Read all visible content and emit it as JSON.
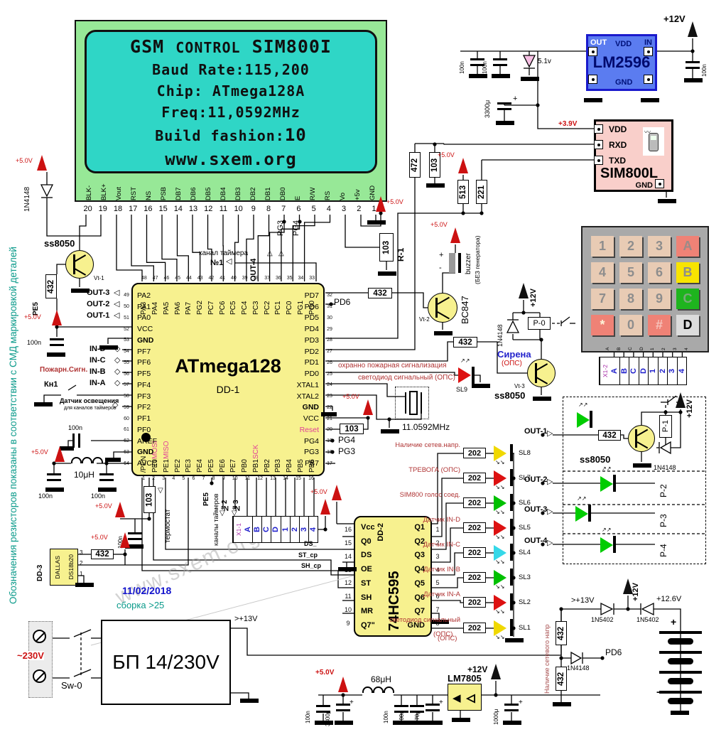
{
  "notes": {
    "side": "Обозначения резисторов показаны в соответствии с СМД маркировкой деталей",
    "watermark": "www.sxem.org",
    "date": "11/02/2018",
    "build": "сборка >25"
  },
  "lcd": {
    "t1": "GSM",
    "t2": "CONTROL",
    "t3": "SIM800I",
    "l2": "Baud Rate:115,200",
    "l3": "Chip: ATmega128A",
    "l4": "Freq:11,0592MHz",
    "l5a": "Build fashion:",
    "l5b": "10",
    "l6": "www.sxem.org",
    "pins": [
      {
        "n": "20",
        "name": "BLK-"
      },
      {
        "n": "19",
        "name": "BLK+"
      },
      {
        "n": "18",
        "name": "Vout"
      },
      {
        "n": "17",
        "name": "RST"
      },
      {
        "n": "16",
        "name": "NS"
      },
      {
        "n": "15",
        "name": "PSB"
      },
      {
        "n": "14",
        "name": "DB7"
      },
      {
        "n": "13",
        "name": "DB6"
      },
      {
        "n": "12",
        "name": "DB5"
      },
      {
        "n": "11",
        "name": "DB4"
      },
      {
        "n": "10",
        "name": "DB3"
      },
      {
        "n": "9",
        "name": "DB2"
      },
      {
        "n": "8",
        "name": "DB1"
      },
      {
        "n": "7",
        "name": "DB0"
      },
      {
        "n": "6",
        "name": "E"
      },
      {
        "n": "5",
        "name": "R/W"
      },
      {
        "n": "4",
        "name": "RS"
      },
      {
        "n": "3",
        "name": "Vo"
      },
      {
        "n": "2",
        "name": "+5v"
      },
      {
        "n": "1",
        "name": "GND"
      }
    ]
  },
  "atmega": {
    "name": "ATmega128",
    "ref": "DD-1",
    "top": [
      {
        "n": "48",
        "name": "PA3"
      },
      {
        "n": "47",
        "name": "PA4"
      },
      {
        "n": "46",
        "name": "PA5"
      },
      {
        "n": "45",
        "name": "PA6"
      },
      {
        "n": "44",
        "name": "PA7"
      },
      {
        "n": "43",
        "name": "PG2"
      },
      {
        "n": "42",
        "name": "PC7"
      },
      {
        "n": "41",
        "name": "PC6"
      },
      {
        "n": "40",
        "name": "PC5"
      },
      {
        "n": "39",
        "name": "PC4"
      },
      {
        "n": "38",
        "name": "PC3"
      },
      {
        "n": "37",
        "name": "PC2"
      },
      {
        "n": "36",
        "name": "PC1"
      },
      {
        "n": "35",
        "name": "PC0"
      },
      {
        "n": "34",
        "name": "PG1"
      },
      {
        "n": "33",
        "name": "PG0"
      }
    ],
    "left": [
      {
        "n": "49",
        "name": "PA2"
      },
      {
        "n": "50",
        "name": "PA1"
      },
      {
        "n": "51",
        "name": "PA0"
      },
      {
        "n": "52",
        "name": "VCC"
      },
      {
        "n": "53",
        "name": "GND",
        "fw": "bold"
      },
      {
        "n": "54",
        "name": "PF7"
      },
      {
        "n": "55",
        "name": "PF6"
      },
      {
        "n": "56",
        "name": "PF5"
      },
      {
        "n": "57",
        "name": "PF4"
      },
      {
        "n": "58",
        "name": "PF3"
      },
      {
        "n": "59",
        "name": "PF2"
      },
      {
        "n": "60",
        "name": "PF1"
      },
      {
        "n": "61",
        "name": "PF0"
      },
      {
        "n": "62",
        "name": "AREF"
      },
      {
        "n": "63",
        "name": "GND",
        "fw": "bold"
      },
      {
        "n": "64",
        "name": "AVCC"
      }
    ],
    "right": [
      {
        "n": "32",
        "name": "PD7"
      },
      {
        "n": "31",
        "name": "PD6"
      },
      {
        "n": "30",
        "name": "PD5"
      },
      {
        "n": "29",
        "name": "PD4"
      },
      {
        "n": "28",
        "name": "PD3"
      },
      {
        "n": "27",
        "name": "PD2"
      },
      {
        "n": "26",
        "name": "PD1"
      },
      {
        "n": "25",
        "name": "PD0"
      },
      {
        "n": "24",
        "name": "XTAL1"
      },
      {
        "n": "23",
        "name": "XTAL2"
      },
      {
        "n": "22",
        "name": "GND",
        "fw": "bold"
      },
      {
        "n": "21",
        "name": "VCC"
      },
      {
        "n": "20",
        "name": "Reset",
        "c": "#e04098"
      },
      {
        "n": "19",
        "name": "PG4"
      },
      {
        "n": "18",
        "name": "PG3"
      },
      {
        "n": "17",
        "name": "PB7"
      }
    ],
    "bottom": [
      {
        "n": "1",
        "name": "/PEN"
      },
      {
        "n": "2",
        "name": "PE0",
        "sub": "MOSI"
      },
      {
        "n": "3",
        "name": "PE1",
        "sub": "MISO"
      },
      {
        "n": "4",
        "name": "PE2"
      },
      {
        "n": "5",
        "name": "PE3"
      },
      {
        "n": "6",
        "name": "PE4"
      },
      {
        "n": "7",
        "name": "PE5"
      },
      {
        "n": "8",
        "name": "PE6"
      },
      {
        "n": "9",
        "name": "PE7"
      },
      {
        "n": "10",
        "name": "PB0"
      },
      {
        "n": "11",
        "name": "PB1",
        "sub": "SCK"
      },
      {
        "n": "12",
        "name": "PB2"
      },
      {
        "n": "13",
        "name": "PB3"
      },
      {
        "n": "14",
        "name": "PB4"
      },
      {
        "n": "15",
        "name": "PB5"
      },
      {
        "n": "16",
        "name": "PB6"
      }
    ]
  },
  "hc595": {
    "name": "74HC595",
    "ref": "DD-2",
    "left": [
      {
        "n": "16",
        "name": "Vcc"
      },
      {
        "n": "15",
        "name": "Q0"
      },
      {
        "n": "14",
        "name": "DS"
      },
      {
        "n": "13",
        "name": "OE"
      },
      {
        "n": "12",
        "name": "ST"
      },
      {
        "n": "11",
        "name": "SH"
      },
      {
        "n": "10",
        "name": "MR"
      },
      {
        "n": "9",
        "name": "Q7\""
      }
    ],
    "right": [
      {
        "n": "1",
        "name": "Q1"
      },
      {
        "n": "2",
        "name": "Q2"
      },
      {
        "n": "3",
        "name": "Q3"
      },
      {
        "n": "4",
        "name": "Q4"
      },
      {
        "n": "5",
        "name": "Q5"
      },
      {
        "n": "6",
        "name": "Q6"
      },
      {
        "n": "7",
        "name": "Q7"
      },
      {
        "n": "8",
        "name": "GND"
      }
    ],
    "sig_ds": "DS_",
    "sig_st": "ST_cp",
    "sig_sh": "SH_cp"
  },
  "lm2596": {
    "name": "LM2596",
    "out": "OUT",
    "vdd": "VDD",
    "in": "IN",
    "gnd": "GND",
    "c1": "100n",
    "c2": "100n",
    "zener": "5.1v",
    "cbig": "3300μ",
    "cr": "100n",
    "v39": "+3.9V"
  },
  "sim800": {
    "name": "SIM800L",
    "vdd": "VDD",
    "rxd": "RXD",
    "txd": "TXD",
    "gnd": "GND"
  },
  "levels": {
    "r472": "472",
    "r103": "103",
    "r513": "513",
    "r221": "221"
  },
  "keypad": {
    "keys": [
      {
        "label": "1",
        "bg": "#e8cbb4",
        "fg": "#8d8d8d"
      },
      {
        "label": "2",
        "bg": "#e8cbb4",
        "fg": "#8d8d8d"
      },
      {
        "label": "3",
        "bg": "#e8cbb4",
        "fg": "#8d8d8d"
      },
      {
        "label": "A",
        "bg": "#ef8276",
        "fg": "#9b8b88"
      },
      {
        "label": "4",
        "bg": "#e8cbb4",
        "fg": "#8d8d8d"
      },
      {
        "label": "5",
        "bg": "#e8cbb4",
        "fg": "#8d8d8d"
      },
      {
        "label": "6",
        "bg": "#e8cbb4",
        "fg": "#8d8d8d"
      },
      {
        "label": "B",
        "bg": "#f8e400",
        "fg": "#8d8d8d"
      },
      {
        "label": "7",
        "bg": "#e8cbb4",
        "fg": "#8d8d8d"
      },
      {
        "label": "8",
        "bg": "#e8cbb4",
        "fg": "#8d8d8d"
      },
      {
        "label": "9",
        "bg": "#e8cbb4",
        "fg": "#8d8d8d"
      },
      {
        "label": "C",
        "bg": "#1eb41e",
        "fg": "#79a879"
      },
      {
        "label": "*",
        "bg": "#ef8276",
        "fg": "#fdf3d8"
      },
      {
        "label": "0",
        "bg": "#e8cbb4",
        "fg": "#8d8d8d"
      },
      {
        "label": "#",
        "bg": "#ef8276",
        "fg": "#f6c2ba"
      },
      {
        "label": "D",
        "bg": "#dcdcdc",
        "fg": "#000000"
      }
    ],
    "conn_ref": "X1-2",
    "pins": [
      "A",
      "B",
      "C",
      "D",
      "1",
      "2",
      "3",
      "4"
    ]
  },
  "x11": {
    "ref": "X1-1",
    "pins": [
      "A",
      "B",
      "C",
      "D",
      "1",
      "2",
      "3",
      "4"
    ]
  },
  "leds": [
    {
      "label": "Наличие сетев.напр.",
      "res": "202",
      "sl": "SL8",
      "color": "#f0d800"
    },
    {
      "label": "ТРЕВОГА  (ОПС)",
      "res": "202",
      "sl": "SL7",
      "color": "#dd1111"
    },
    {
      "label": "SIM800 голос соед.",
      "res": "202",
      "sl": "SL6",
      "color": "#00c000"
    },
    {
      "label": "Датчик IN-D",
      "res": "202",
      "sl": "SL5",
      "color": "#dd1111"
    },
    {
      "label": "Датчик IN-C",
      "res": "202",
      "sl": "SL4",
      "color": "#35d8e8"
    },
    {
      "label": "Датчик IN-B",
      "res": "202",
      "sl": "SL3",
      "color": "#00c000"
    },
    {
      "label": "Датчик IN-A",
      "res": "202",
      "sl": "SL2",
      "color": "#dd1111"
    },
    {
      "label": "светодиод сигнальный",
      "label2": "(ОПС)",
      "res": "202",
      "sl": "SL1",
      "color": "#f0d800"
    }
  ],
  "buzzer": {
    "name": "buzzer",
    "sub": "(БЕЗ генератора)",
    "tr": "BC847",
    "vt": "Vt-2",
    "res": "432"
  },
  "r1": {
    "res": "103",
    "name": "R-1"
  },
  "siren": {
    "name": "Сирена",
    "sub": "(ОПС)",
    "coil": "P-0",
    "diode": "1N4148",
    "tr": "ss8050",
    "vt": "Vt-3",
    "res": "432",
    "sl": "SL9"
  },
  "alarm": {
    "l1": "охранно пожарная сигнализация",
    "l2": "светодиод сигнальный  (ОПС)"
  },
  "crystal": {
    "freq": "11.0592MHz",
    "res": "103",
    "pg4": "PG4",
    "pg3": "PG3",
    "pd6": "PD6"
  },
  "relays": {
    "out": [
      "OUT-1",
      "OUT-2",
      "OUT-3",
      "OUT-4"
    ],
    "res": "432",
    "tr": "ss8050",
    "diode": "1N4148",
    "coils": [
      "P-1",
      "P-2",
      "P-3",
      "P-4"
    ]
  },
  "left": {
    "d1": "1N4148",
    "tr": "ss8050",
    "vt": "Vt-1",
    "res": "432",
    "pe5": "PE5",
    "cap": "100n",
    "outs": [
      "OUT-3",
      "OUT-2",
      "OUT-1"
    ],
    "ins": [
      "IN-D",
      "IN-C",
      "IN-B",
      "IN-A"
    ],
    "fire": "Пожарн.Сигн.",
    "kn": "Кн1",
    "light1": "Датчик освещения",
    "light2": "для каналов таймеров",
    "coil": "10μH",
    "capa": "100n",
    "capb": "100n",
    "capref": "100n",
    "timer": "канал таймера",
    "n1": "№1",
    "out4": "OUT-4"
  },
  "bchip": {
    "r103": "103",
    "term": "термостат",
    "cap": "100n",
    "pe5": "PE5",
    "timers": "каналы таймеров",
    "n2": "№2",
    "n3": "№3"
  },
  "dallas": {
    "ref": "DD-3",
    "l1": "DALLAS",
    "l2": "DS18b20",
    "res": "432",
    "p3": "3",
    "p2": "2",
    "p1": "1"
  },
  "psu": {
    "name": "БП 14/230V",
    "vin": "~230V",
    "sw": "Sw-0",
    "vout": ">+13V"
  },
  "filter": {
    "coil": "68μH",
    "reg": "LM7805",
    "c1": "100n",
    "c2": "3300μ",
    "c3": "100n",
    "c4": "100n",
    "c5": "470μ",
    "c6": "1000μ"
  },
  "battery": {
    "vout": ">+13V",
    "d1": "1N5402",
    "d2": "1N5402",
    "v126": "+12.6V",
    "r1": "432",
    "r2": "432",
    "d3": "1N4148",
    "pd6": "PD6",
    "note": "Наличие сетевого напр"
  },
  "misc": {
    "v5": "+5.0V",
    "v12": "+12V"
  }
}
